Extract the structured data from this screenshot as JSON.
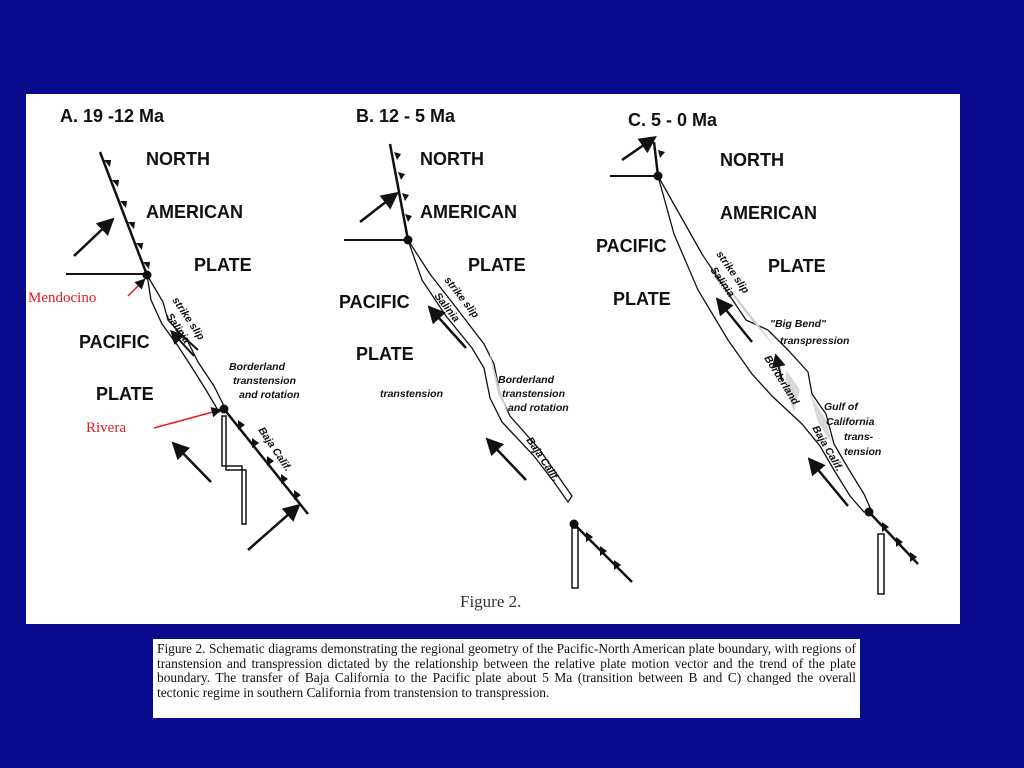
{
  "panels": [
    {
      "title": "A.  19 -12  Ma",
      "na_lines": [
        "NORTH",
        "AMERICAN",
        "PLATE"
      ],
      "pac_lines": [
        "PACIFIC",
        "PLATE"
      ],
      "labels": {
        "strike_slip": "strike slip",
        "salinia": "Salinia",
        "borderland": [
          "Borderland",
          "transtension",
          "and rotation"
        ],
        "baja": "Baja Calif."
      }
    },
    {
      "title": "B.  12 - 5  Ma",
      "na_lines": [
        "NORTH",
        "AMERICAN",
        "PLATE"
      ],
      "pac_lines": [
        "PACIFIC",
        "PLATE"
      ],
      "labels": {
        "strike_slip": "strike slip",
        "salinia": "Salinia",
        "transtension": "transtension",
        "borderland": [
          "Borderland",
          "transtension",
          "and rotation"
        ],
        "baja": "Baja Calif."
      }
    },
    {
      "title": "C.  5 - 0  Ma",
      "na_lines": [
        "NORTH",
        "AMERICAN",
        "PLATE"
      ],
      "pac_lines": [
        "PACIFIC",
        "PLATE"
      ],
      "labels": {
        "strike_slip": "strike slip",
        "salinia": "Salinia",
        "big_bend": [
          "\"Big Bend\"",
          "transpression"
        ],
        "borderland": "Borderland",
        "gulf": [
          "Gulf  of",
          "California",
          "trans-",
          "tension"
        ],
        "baja": "Baja Calif."
      }
    }
  ],
  "figure_label": "Figure 2.",
  "overlay": {
    "mendocino": "Mendocino",
    "rivera": "Rivera",
    "color": "#e31b1b"
  },
  "caption": "Figure 2.  Schematic diagrams demonstrating the regional geometry of the Pacific-North American plate boundary, with regions of transtension and transpression dictated by the relationship between the relative plate motion vector and the trend of the plate boundary.  The transfer of Baja California to the Pacific plate about 5 Ma (transition between B and C) changed the overall tectonic regime in southern California from transtension to transpression.",
  "colors": {
    "background": "#0a0a8c",
    "panel": "#ffffff",
    "ink": "#111111"
  }
}
